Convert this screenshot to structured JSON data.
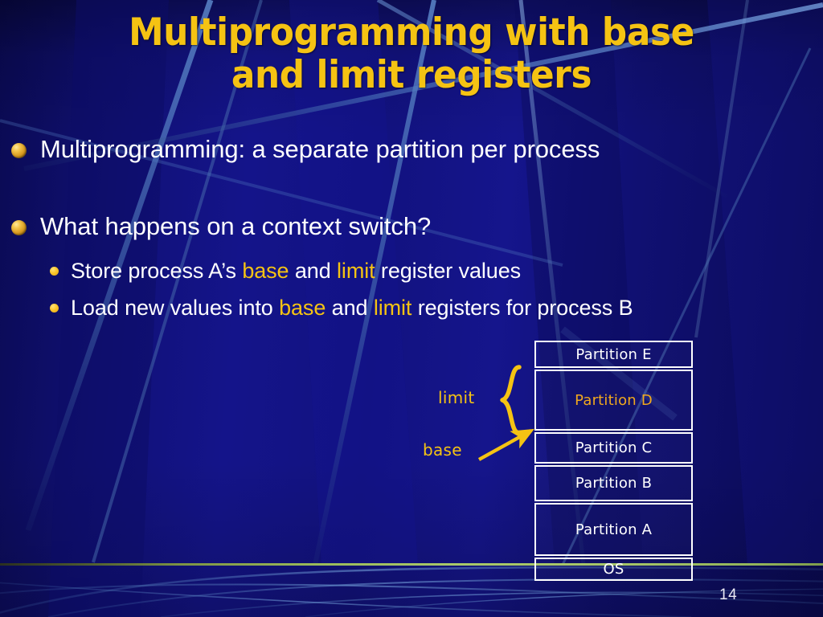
{
  "slide": {
    "title_line1": "Multiprogramming with base",
    "title_line2": "and limit registers",
    "page_number": "14",
    "colors": {
      "background": "#111178",
      "title_gold": "#f5c313",
      "body_white": "#ffffff",
      "highlight_gold": "#f5c313",
      "partition_gold": "#f0a81e",
      "rule_green": "#a9c96a",
      "diagram_border": "#ffffff"
    }
  },
  "bullets": [
    {
      "id": "bullet-1",
      "level": 1,
      "text": "Multiprogramming: a separate partition per process"
    },
    {
      "id": "bullet-2",
      "level": 1,
      "text": "What happens on a context switch?"
    }
  ],
  "sub_bullets": [
    {
      "id": "sub-bullet-1",
      "level": 2,
      "segments": [
        {
          "text": "Store process A’s ",
          "style": "plain"
        },
        {
          "text": "base",
          "style": "highlight"
        },
        {
          "text": " and ",
          "style": "plain"
        },
        {
          "text": "limit",
          "style": "highlight"
        },
        {
          "text": " register values",
          "style": "plain"
        }
      ]
    },
    {
      "id": "sub-bullet-2",
      "level": 2,
      "segments": [
        {
          "text": "Load new values into ",
          "style": "plain"
        },
        {
          "text": "base",
          "style": "highlight"
        },
        {
          "text": " and ",
          "style": "plain"
        },
        {
          "text": "limit",
          "style": "highlight"
        },
        {
          "text": " registers for process B",
          "style": "plain"
        }
      ]
    }
  ],
  "diagram": {
    "annotations": {
      "limit_label": "limit",
      "base_label": "base"
    },
    "partitions": [
      {
        "label": "Partition E",
        "height": 34,
        "highlight": false
      },
      {
        "label": "Partition D",
        "height": 76,
        "highlight": true
      },
      {
        "label": "Partition C",
        "height": 39,
        "highlight": false
      },
      {
        "label": "Partition B",
        "height": 45,
        "highlight": false
      },
      {
        "label": "Partition A",
        "height": 66,
        "highlight": false
      },
      {
        "label": "OS",
        "height": 29,
        "highlight": false
      }
    ]
  }
}
